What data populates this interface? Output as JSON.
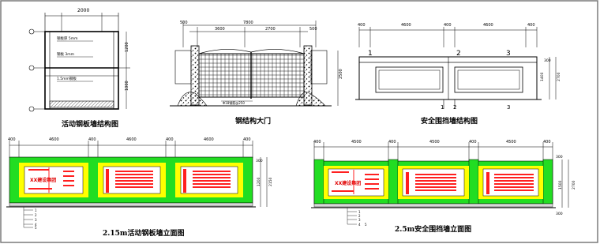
{
  "drawings": {
    "d1": {
      "title": "活动钢板墙结构图",
      "top_dim": "2000",
      "side_dims": [
        "1200",
        "1000"
      ],
      "notes": [
        "钢板厚 5mm",
        "钢板 3mm",
        "1.5mm钢板"
      ]
    },
    "d2": {
      "title": "钢结构大门",
      "top_left": "500",
      "top_total": "7800",
      "top_segs": [
        "3600",
        "2700",
        "500"
      ],
      "side_dim": "2500",
      "note": "Φ18钢筋@250"
    },
    "d3": {
      "title": "安全围挡墙结构图",
      "top_segs": [
        "400",
        "4600",
        "400",
        "4600",
        "400"
      ],
      "markers": [
        "1",
        "2",
        "3"
      ],
      "bottom_markers": [
        "1",
        "2",
        "3"
      ],
      "side_dims": [
        "300",
        "1400",
        "2700"
      ]
    },
    "d4": {
      "title": "2.15m活动钢板墙立面图",
      "top_segs": [
        "400",
        "4600",
        "400",
        "4600",
        "400",
        "4600",
        "400"
      ],
      "company_text": "XX建设集团",
      "side_dims": [
        "300",
        "1200",
        "2150"
      ],
      "legend": [
        "1",
        "2",
        "3",
        "4",
        "5"
      ]
    },
    "d5": {
      "title": "2.5m安全围挡墙立面图",
      "top_segs": [
        "400",
        "4500",
        "400",
        "4500",
        "400",
        "4500",
        "400"
      ],
      "company_text": "XX建设集团",
      "side_dims": [
        "300",
        "1500",
        "2700",
        "300"
      ],
      "legend": [
        "1",
        "2",
        "3",
        "4",
        "5"
      ]
    }
  },
  "colors": {
    "green": "#22dd22",
    "yellow": "#ffff00",
    "red": "#ff2020",
    "gray": "#d8d8d8",
    "frame": "#7a7a7a"
  }
}
